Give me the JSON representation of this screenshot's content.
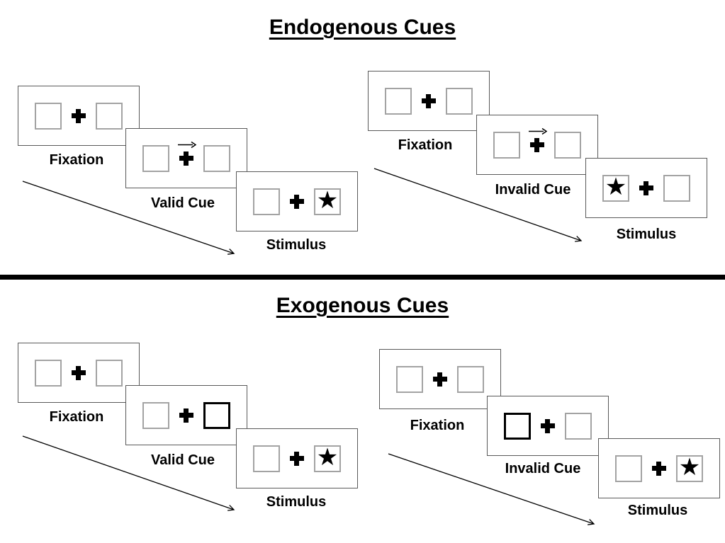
{
  "titles": {
    "endogenous": "Endogenous Cues",
    "exogenous": "Exogenous Cues"
  },
  "icons": {
    "star": "★"
  },
  "colors": {
    "ink": "#000000",
    "card_border": "#595959",
    "box_border": "#a3a3a3",
    "cue_border": "#000000",
    "background": "#ffffff"
  },
  "panels": [
    {
      "id": "endogenous-valid",
      "steps": [
        {
          "label": "Fixation",
          "left_box": "empty",
          "right_box": "empty",
          "center": "plus"
        },
        {
          "label": "Valid Cue",
          "left_box": "empty",
          "right_box": "empty",
          "center": "plus-arrow"
        },
        {
          "label": "Stimulus",
          "left_box": "empty",
          "right_box": "star",
          "center": "plus"
        }
      ]
    },
    {
      "id": "endogenous-invalid",
      "steps": [
        {
          "label": "Fixation",
          "left_box": "empty",
          "right_box": "empty",
          "center": "plus"
        },
        {
          "label": "Invalid Cue",
          "left_box": "empty",
          "right_box": "empty",
          "center": "plus-arrow"
        },
        {
          "label": "Stimulus",
          "left_box": "star",
          "right_box": "empty",
          "center": "plus"
        }
      ]
    },
    {
      "id": "exogenous-valid",
      "steps": [
        {
          "label": "Fixation",
          "left_box": "empty",
          "right_box": "empty",
          "center": "plus"
        },
        {
          "label": "Valid Cue",
          "left_box": "empty",
          "right_box": "bold",
          "center": "plus"
        },
        {
          "label": "Stimulus",
          "left_box": "empty",
          "right_box": "star",
          "center": "plus"
        }
      ]
    },
    {
      "id": "exogenous-invalid",
      "steps": [
        {
          "label": "Fixation",
          "left_box": "empty",
          "right_box": "empty",
          "center": "plus"
        },
        {
          "label": "Invalid Cue",
          "left_box": "bold",
          "right_box": "empty",
          "center": "plus"
        },
        {
          "label": "Stimulus",
          "left_box": "empty",
          "right_box": "star",
          "center": "plus"
        }
      ]
    }
  ]
}
